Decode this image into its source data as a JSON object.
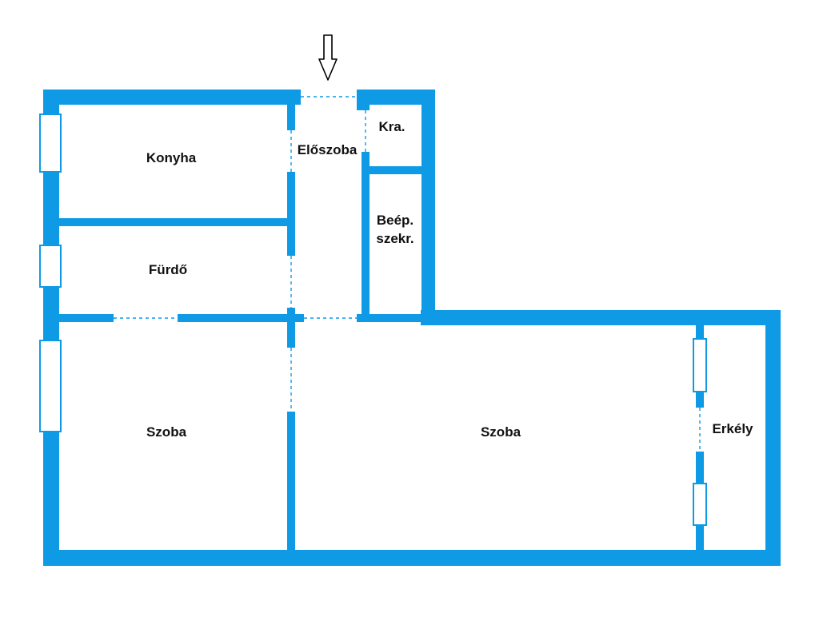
{
  "colors": {
    "wall": "#0f9ae6",
    "window_fill": "#ffffff",
    "window_stroke": "#0f9ae6",
    "door_dash": "#0f9ae6",
    "arrow": "#000000",
    "label": "#111111"
  },
  "entrance": {
    "icon": "arrow-down-icon"
  },
  "rooms": {
    "konyha": "Konyha",
    "furdo": "Fürdő",
    "eloszoba": "Előszoba",
    "kamra": "Kra.",
    "beepitett_line1": "Beép.",
    "beepitett_line2": "szekr.",
    "szoba_left": "Szoba",
    "szoba_main": "Szoba",
    "erkely": "Erkély"
  }
}
